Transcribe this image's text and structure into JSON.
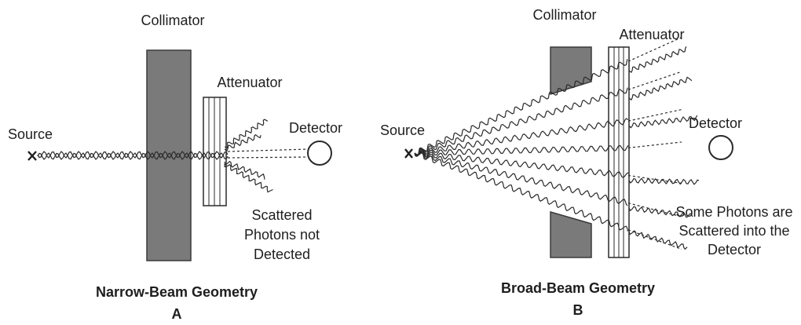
{
  "panel_a": {
    "collimator_label": "Collimator",
    "attenuator_label": "Attenuator",
    "source_label": "Source",
    "detector_label": "Detector",
    "note_lines": [
      "Scattered",
      "Photons not",
      "Detected"
    ],
    "title": "Narrow-Beam Geometry",
    "letter": "A"
  },
  "panel_b": {
    "collimator_label": "Collimator",
    "attenuator_label": "Attenuator",
    "source_label": "Source",
    "detector_label": "Detector",
    "note_lines": [
      "Some Photons are",
      "Scattered into the",
      "Detector"
    ],
    "title": "Broad-Beam Geometry",
    "letter": "B"
  },
  "colors": {
    "collimator": "#7a7a7a",
    "ink": "#1e1e1e",
    "background": "#ffffff"
  }
}
